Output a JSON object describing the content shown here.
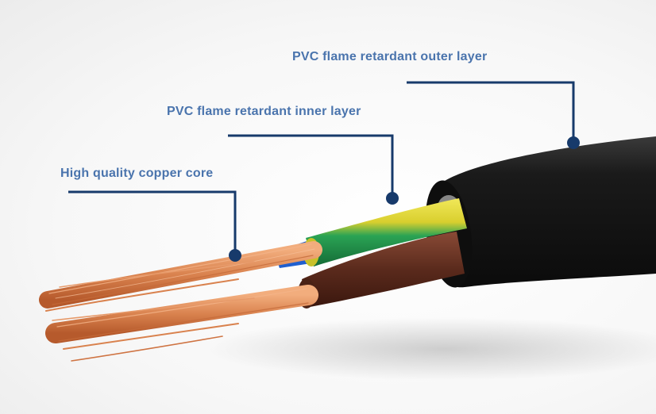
{
  "callouts": {
    "outer": {
      "label": "PVC flame retardant outer layer"
    },
    "inner": {
      "label": "PVC flame retardant inner layer"
    },
    "core": {
      "label": "High quality copper core"
    }
  },
  "colors": {
    "label_text": "#4a74ad",
    "leader_line": "#173a6b",
    "outer_jacket": "#161616",
    "earth_green": "#1e9a4e",
    "earth_yellow": "#d9cf2e",
    "brown_wire": "#5a2a1c",
    "blue_wire": "#1f5fcf",
    "copper": "#d9824e"
  },
  "icons": [
    "cable-photo",
    "leader-dot"
  ]
}
